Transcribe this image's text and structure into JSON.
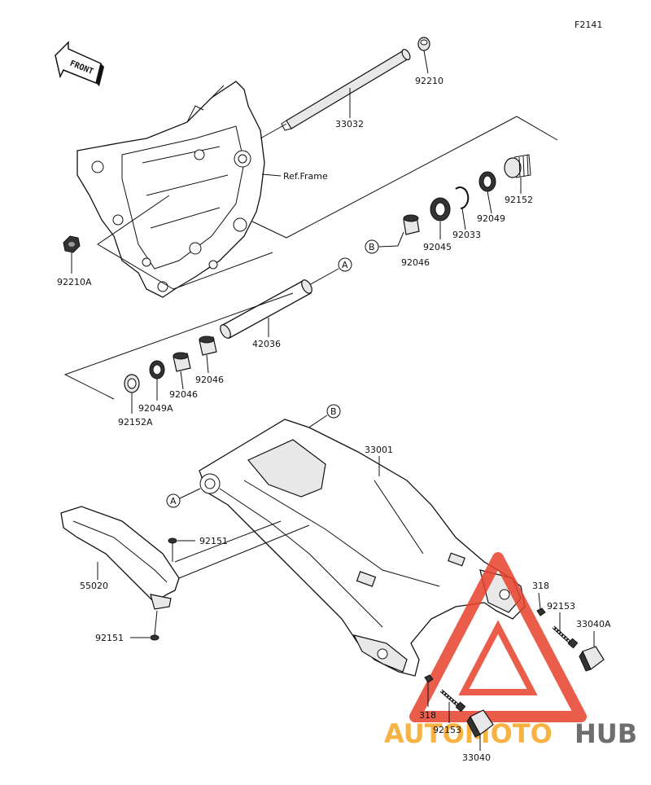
{
  "figure_code": "F2141",
  "front_label": "FRONT",
  "ref_frame_label": "Ref.Frame",
  "ref_markers": {
    "a": "A",
    "b": "B"
  },
  "parts": {
    "p92210": "92210",
    "p33032": "33032",
    "p92210A": "92210A",
    "p92152": "92152",
    "p92049": "92049",
    "p92033": "92033",
    "p92045": "92045",
    "p92046_top": "92046",
    "p42036": "42036",
    "p92046_a": "92046",
    "p92046_b": "92046",
    "p92049A": "92049A",
    "p92152A": "92152A",
    "p33001": "33001",
    "p92151_top": "92151",
    "p55020": "55020",
    "p92151_bot": "92151",
    "p318_top": "318",
    "p92153_top": "92153",
    "p33040A": "33040A",
    "p318_bot": "318",
    "p92153_bot": "92153",
    "p33040": "33040"
  },
  "watermark": {
    "part1": "AUTOMOTO",
    "part2": "HUB",
    "color1": "#f5a623",
    "color2": "#555555",
    "triangle_color": "#e8412c"
  }
}
